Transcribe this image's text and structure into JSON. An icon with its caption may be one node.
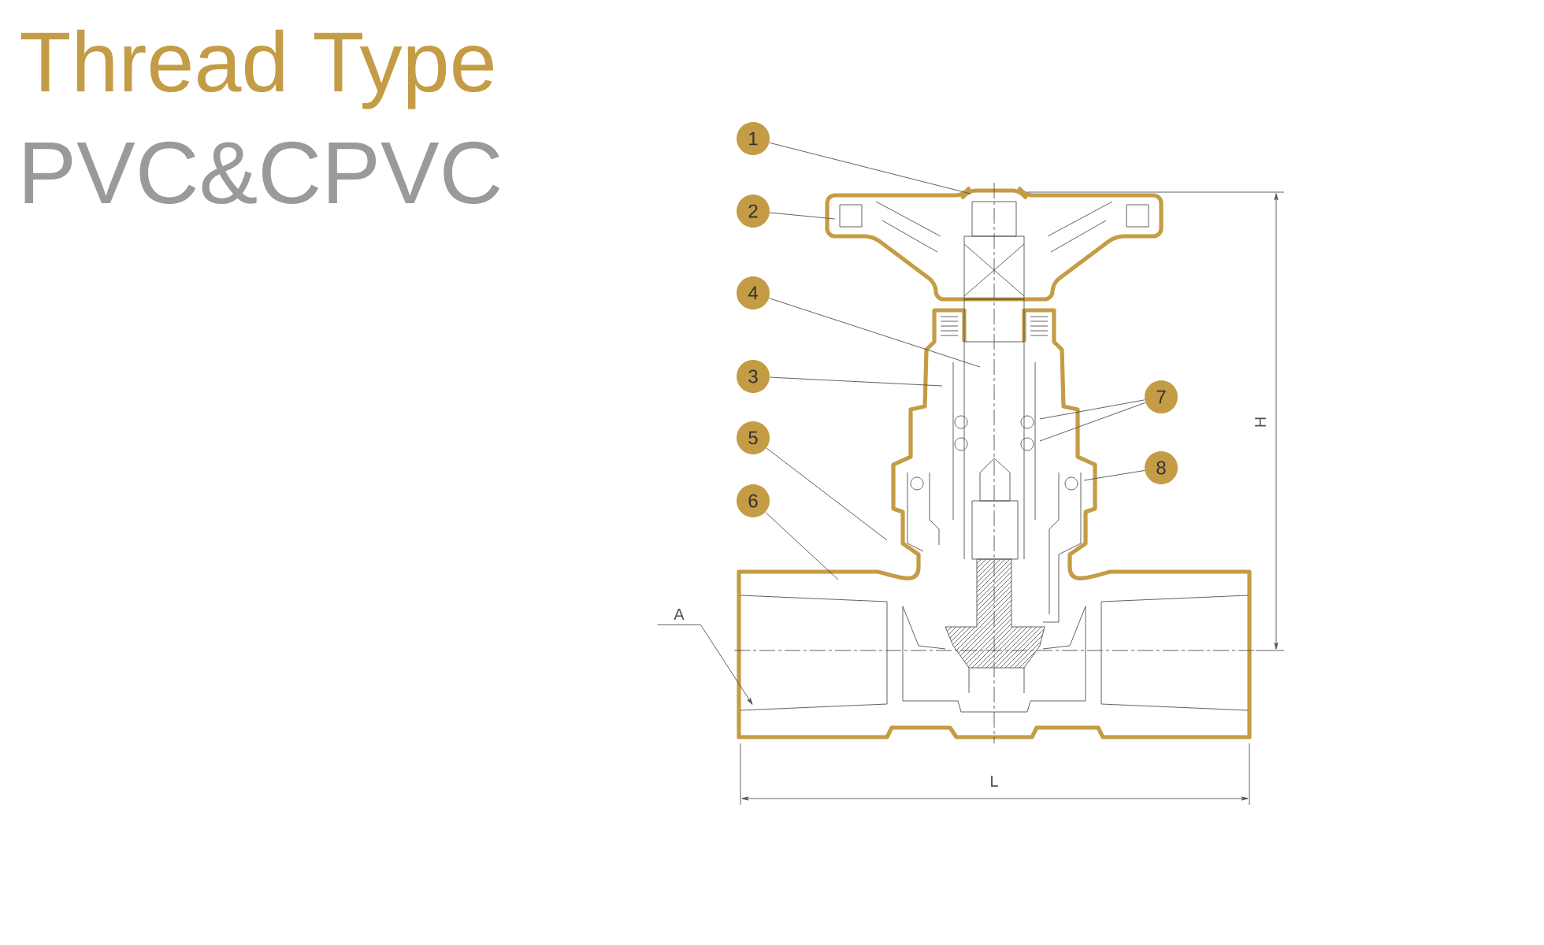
{
  "diagram": {
    "title": "Thread Type",
    "nodes": [
      {
        "text": [
          "1"
        ]
      },
      {
        "text": [
          "2"
        ]
      },
      {
        "text": [
          "4"
        ]
      },
      {
        "text": [
          "3"
        ]
      },
      {
        "text": [
          "5"
        ]
      },
      {
        "text": [
          "6"
        ]
      },
      {
        "text": [
          "7"
        ]
      },
      {
        "text": [
          "8"
        ]
      },
      {
        "text": [
          "A"
        ]
      }
    ],
    "edges": [
      {
        "from": 0,
        "to": null,
        "arrow": "none"
      },
      {
        "from": 1,
        "to": null,
        "arrow": "none"
      },
      {
        "from": 2,
        "to": null,
        "arrow": "none"
      },
      {
        "from": 3,
        "to": null,
        "arrow": "none"
      },
      {
        "from": 4,
        "to": null,
        "arrow": "none"
      },
      {
        "from": 5,
        "to": null,
        "arrow": "none"
      },
      {
        "from": 6,
        "to": null,
        "arrow": "none"
      },
      {
        "from": 6,
        "to": null,
        "arrow": "none"
      },
      {
        "from": 7,
        "to": null,
        "arrow": "none"
      },
      {
        "from": 8,
        "to": null,
        "arrow": "to"
      }
    ],
    "labels": [
      "PVC&CPVC",
      "H",
      "L"
    ]
  }
}
